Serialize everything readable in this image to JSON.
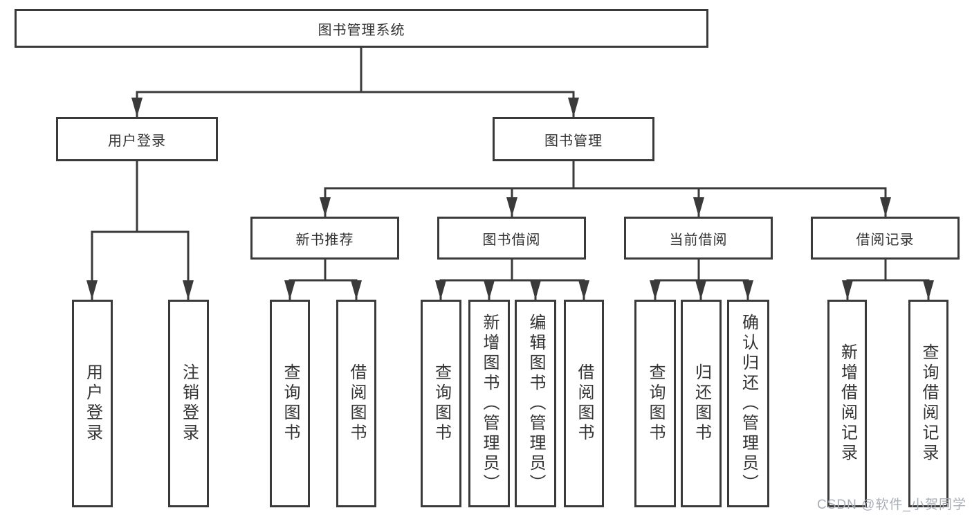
{
  "tree": {
    "root": {
      "label": "图书管理系统",
      "children": [
        {
          "label": "用户登录",
          "children": [
            {
              "label": "用户登录"
            },
            {
              "label": "注销登录"
            }
          ]
        },
        {
          "label": "图书管理",
          "children": [
            {
              "label": "新书推荐",
              "children": [
                {
                  "label": "查询图书"
                },
                {
                  "label": "借阅图书"
                }
              ]
            },
            {
              "label": "图书借阅",
              "children": [
                {
                  "label": "查询图书"
                },
                {
                  "label": "新增图书（管理员）"
                },
                {
                  "label": "编辑图书（管理员）"
                },
                {
                  "label": "借阅图书"
                }
              ]
            },
            {
              "label": "当前借阅",
              "children": [
                {
                  "label": "查询图书"
                },
                {
                  "label": "归还图书"
                },
                {
                  "label": "确认归还（管理员）"
                }
              ]
            },
            {
              "label": "借阅记录",
              "children": [
                {
                  "label": "新增借阅记录"
                },
                {
                  "label": "查询借阅记录"
                }
              ]
            }
          ]
        }
      ]
    }
  },
  "watermark": {
    "text": "CSDN @软件_小贺同学"
  },
  "colors": {
    "background": "#ffffff",
    "box_border": "#3a3a3a",
    "line": "#3a3a3a",
    "text": "#333333",
    "watermark": "#a9adb6"
  }
}
